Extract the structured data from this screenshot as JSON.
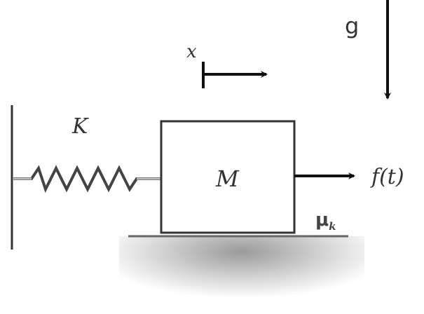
{
  "labels": {
    "spring_constant": "K",
    "mass": "M",
    "displacement": "x",
    "gravity": "g",
    "force": "f(t)",
    "friction_mu": "μ",
    "friction_sub": "k"
  }
}
